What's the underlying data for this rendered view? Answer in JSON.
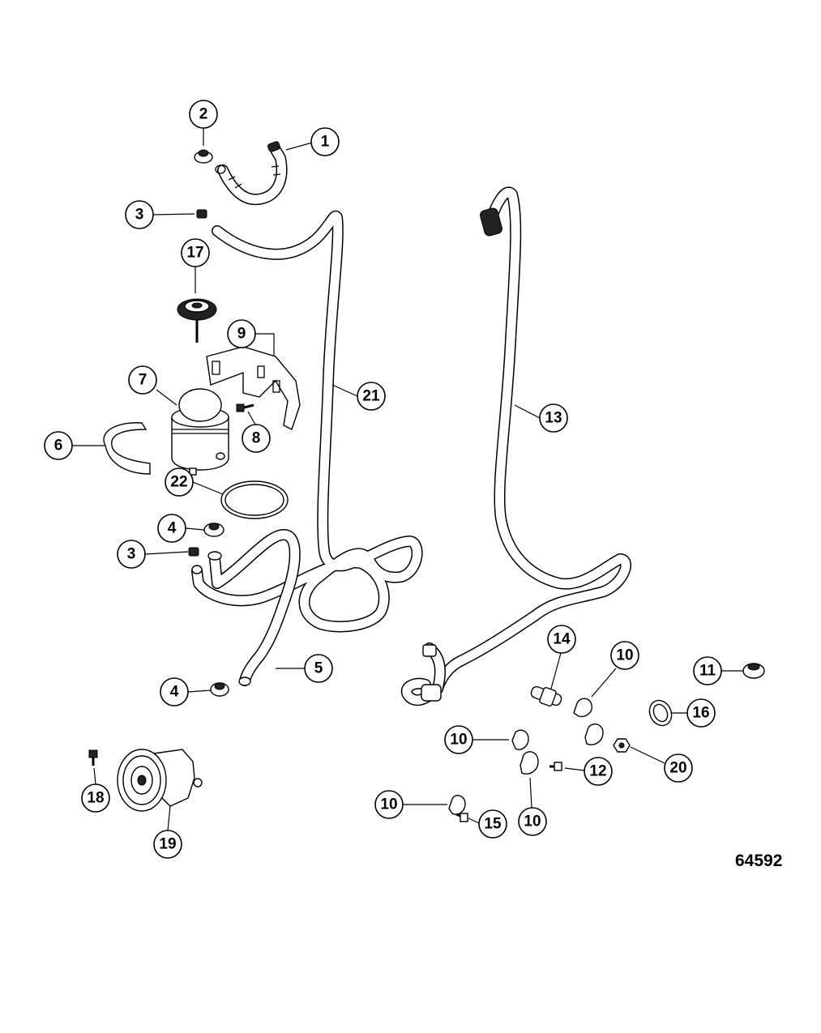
{
  "figure_number": "64592",
  "callouts": [
    {
      "id": "c1",
      "text": "1"
    },
    {
      "id": "c2",
      "text": "2"
    },
    {
      "id": "c3a",
      "text": "3"
    },
    {
      "id": "c17",
      "text": "17"
    },
    {
      "id": "c9",
      "text": "9"
    },
    {
      "id": "c7",
      "text": "7"
    },
    {
      "id": "c21",
      "text": "21"
    },
    {
      "id": "c13",
      "text": "13"
    },
    {
      "id": "c8",
      "text": "8"
    },
    {
      "id": "c6",
      "text": "6"
    },
    {
      "id": "c22",
      "text": "22"
    },
    {
      "id": "c4a",
      "text": "4"
    },
    {
      "id": "c3b",
      "text": "3"
    },
    {
      "id": "c5",
      "text": "5"
    },
    {
      "id": "c4b",
      "text": "4"
    },
    {
      "id": "c14",
      "text": "14"
    },
    {
      "id": "c10a",
      "text": "10"
    },
    {
      "id": "c11",
      "text": "11"
    },
    {
      "id": "c16",
      "text": "16"
    },
    {
      "id": "c10b",
      "text": "10"
    },
    {
      "id": "c20",
      "text": "20"
    },
    {
      "id": "c12",
      "text": "12"
    },
    {
      "id": "c18",
      "text": "18"
    },
    {
      "id": "c10c",
      "text": "10"
    },
    {
      "id": "c15",
      "text": "15"
    },
    {
      "id": "c10d",
      "text": "10"
    },
    {
      "id": "c19",
      "text": "19"
    }
  ]
}
